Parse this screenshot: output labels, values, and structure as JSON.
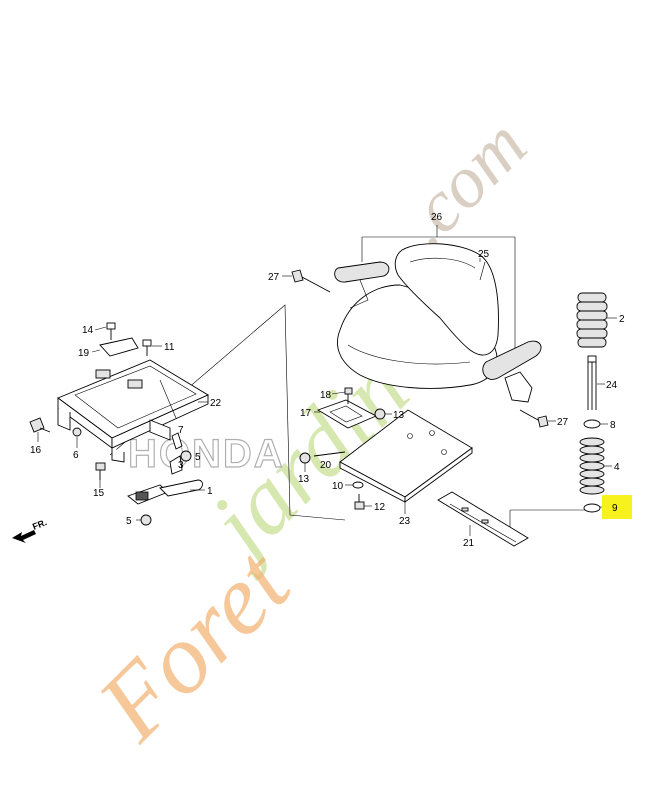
{
  "watermark": {
    "text_fore": "Foret",
    "text_jardin": "jardin",
    "text_domain": ".com",
    "color_fore": "#f1b06e",
    "color_jardin": "#c9df96",
    "color_domain": "#cdbfae"
  },
  "brand_logo": "HONDA",
  "direction_label": "FR.",
  "highlight_color": "#f7f21e",
  "callouts": {
    "c1": "1",
    "c2": "2",
    "c3": "3",
    "c4": "4",
    "c5a": "5",
    "c5b": "5",
    "c6": "6",
    "c7": "7",
    "c8": "8",
    "c9": "9",
    "c10": "10",
    "c11": "11",
    "c12": "12",
    "c13a": "13",
    "c13b": "13",
    "c14": "14",
    "c15": "15",
    "c16": "16",
    "c17": "17",
    "c18": "18",
    "c19": "19",
    "c20": "20",
    "c21": "21",
    "c22": "22",
    "c23": "23",
    "c24": "24",
    "c25": "25",
    "c26": "26",
    "c27a": "27",
    "c27b": "27"
  }
}
